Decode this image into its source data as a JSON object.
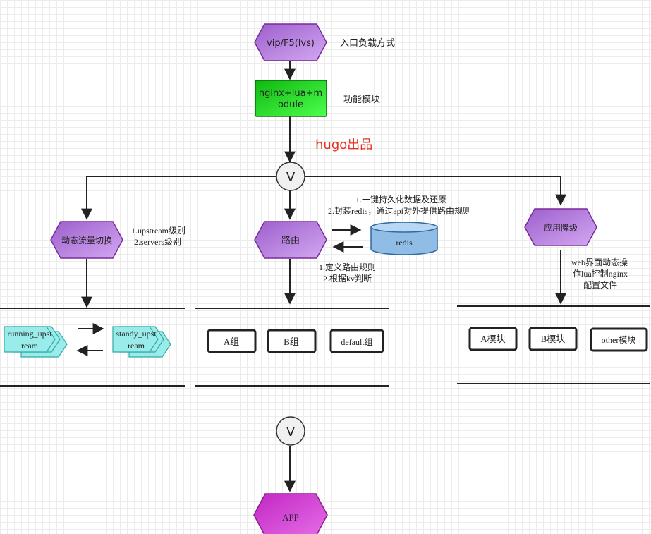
{
  "nodes": {
    "entry": "vip/F5(lvs)",
    "module": "nginx+lua+module",
    "module_line1": "nginx+lua+m",
    "module_line2": "odule",
    "dyn_switch": "动态流量切换",
    "route": "路由",
    "degrade": "应用降级",
    "redis": "redis",
    "running_upstream_line1": "running_upst",
    "running_upstream_line2": "ream",
    "standy_upstream_line1": "standy_upst",
    "standy_upstream_line2": "ream",
    "group_a": "A组",
    "group_b": "B组",
    "group_default": "default组",
    "module_a": "A模块",
    "module_b": "B模块",
    "module_other": "other模块",
    "app": "APP",
    "merge_top": "V",
    "merge_bottom": "V"
  },
  "annotations": {
    "entry_note": "入口负载方式",
    "module_note": "功能模块",
    "author": "hugo出品",
    "redis_note_1": "1.一键持久化数据及还原",
    "redis_note_2": "2.封装redis，通过api对外提供路由规则",
    "switch_note_1": "1.upstream级别",
    "switch_note_2": "2.servers级别",
    "route_note_1": "1.定义路由规则",
    "route_note_2": "2.根据kv判断",
    "degrade_note_1": "web界面动态操",
    "degrade_note_2": "作lua控制nginx",
    "degrade_note_3": "配置文件"
  },
  "colors": {
    "hexagon_purple": "#b67de0",
    "module_green": "#1fd41f",
    "redis_blue": "#8fbde6",
    "upstream_cyan": "#99ecea",
    "app_magenta": "#d63fd8",
    "author_red": "#e8311f"
  }
}
